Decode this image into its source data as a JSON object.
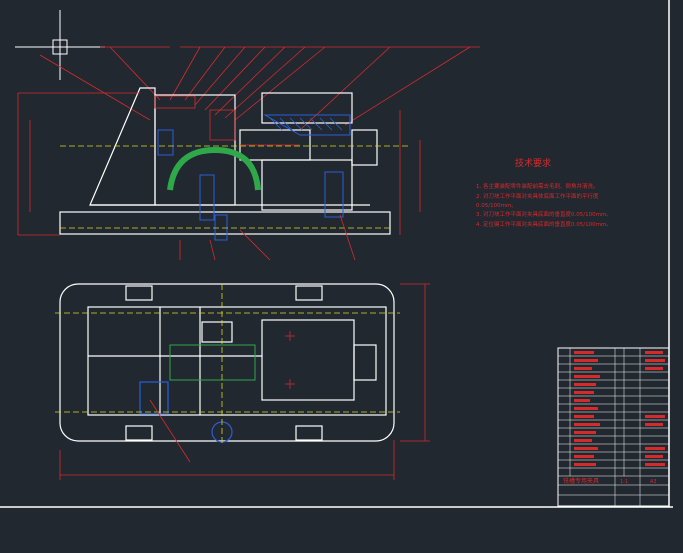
{
  "drawing": {
    "background": "#212830",
    "colors": {
      "outline": "#ffffff",
      "dimension": "#d62b2b",
      "hatch": "#2a5fd6",
      "green": "#2fa84a",
      "center": "#d8d820",
      "cyan": "#2ad0d0"
    }
  },
  "technical_requirements": {
    "title": "技术要求",
    "items": [
      "1. 各主要装配零件装配前需去毛刺、倒角并清洗。",
      "2. 对刀块工作平面对夹具体底面工作平面的平行度",
      "0.05/100mm。",
      "3. 对刀块工作平面对夹具底面的垂直度0.05/100mm。",
      "4. 定位键工作平面对夹具底面的垂直度0.05/100mm。"
    ]
  },
  "title_block": {
    "name": "铣槽专用夹具",
    "scale": "1:1",
    "sheet": "A3"
  }
}
